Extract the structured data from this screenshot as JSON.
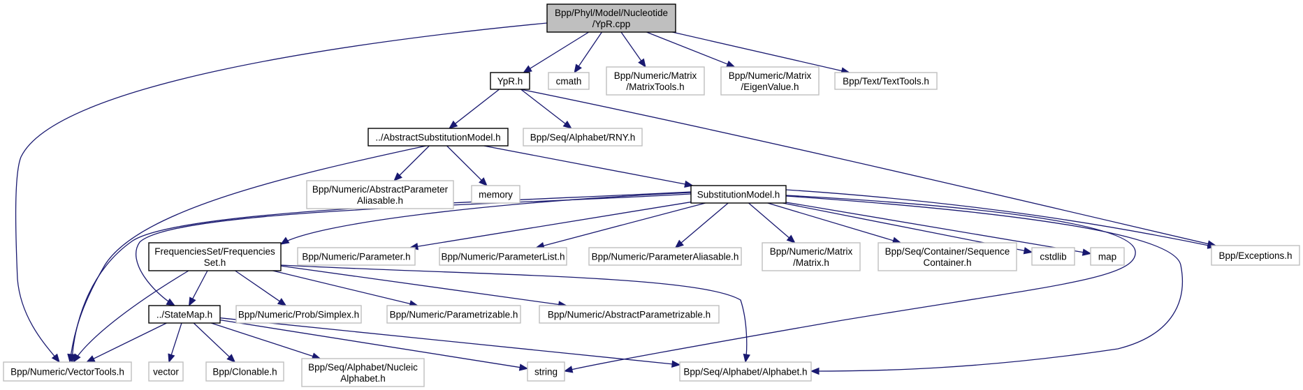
{
  "title": "Include dependency graph for YpR.cpp",
  "colors": {
    "edge": "#191970",
    "root_fill": "#bfbfbf",
    "documented_border": "#000000",
    "external_border": "#bfbfbf"
  },
  "nodes": [
    {
      "id": "ypr_cpp",
      "lines": [
        "Bpp/Phyl/Model/Nucleotide",
        "/YpR.cpp"
      ],
      "kind": "root"
    },
    {
      "id": "ypr_h",
      "lines": [
        "YpR.h"
      ],
      "kind": "documented"
    },
    {
      "id": "cmath",
      "lines": [
        "cmath"
      ],
      "kind": "external"
    },
    {
      "id": "matrixtools",
      "lines": [
        "Bpp/Numeric/Matrix",
        "/MatrixTools.h"
      ],
      "kind": "external"
    },
    {
      "id": "eigenvalue",
      "lines": [
        "Bpp/Numeric/Matrix",
        "/EigenValue.h"
      ],
      "kind": "external"
    },
    {
      "id": "texttools",
      "lines": [
        "Bpp/Text/TextTools.h"
      ],
      "kind": "external"
    },
    {
      "id": "abstractsubst",
      "lines": [
        "../AbstractSubstitutionModel.h"
      ],
      "kind": "documented"
    },
    {
      "id": "rny",
      "lines": [
        "Bpp/Seq/Alphabet/RNY.h"
      ],
      "kind": "external"
    },
    {
      "id": "abstractparamalias",
      "lines": [
        "Bpp/Numeric/AbstractParameter",
        "Aliasable.h"
      ],
      "kind": "external"
    },
    {
      "id": "memory",
      "lines": [
        "memory"
      ],
      "kind": "external"
    },
    {
      "id": "substmodel",
      "lines": [
        "SubstitutionModel.h"
      ],
      "kind": "documented"
    },
    {
      "id": "freqset",
      "lines": [
        "FrequenciesSet/Frequencies",
        "Set.h"
      ],
      "kind": "documented"
    },
    {
      "id": "parameter",
      "lines": [
        "Bpp/Numeric/Parameter.h"
      ],
      "kind": "external"
    },
    {
      "id": "parameterlist",
      "lines": [
        "Bpp/Numeric/ParameterList.h"
      ],
      "kind": "external"
    },
    {
      "id": "paramaliasable",
      "lines": [
        "Bpp/Numeric/ParameterAliasable.h"
      ],
      "kind": "external"
    },
    {
      "id": "matrix",
      "lines": [
        "Bpp/Numeric/Matrix",
        "/Matrix.h"
      ],
      "kind": "external"
    },
    {
      "id": "seqcontainer",
      "lines": [
        "Bpp/Seq/Container/Sequence",
        "Container.h"
      ],
      "kind": "external"
    },
    {
      "id": "cstdlib",
      "lines": [
        "cstdlib"
      ],
      "kind": "external"
    },
    {
      "id": "map",
      "lines": [
        "map"
      ],
      "kind": "external"
    },
    {
      "id": "exceptions",
      "lines": [
        "Bpp/Exceptions.h"
      ],
      "kind": "external"
    },
    {
      "id": "statemap",
      "lines": [
        "../StateMap.h"
      ],
      "kind": "documented"
    },
    {
      "id": "simplex",
      "lines": [
        "Bpp/Numeric/Prob/Simplex.h"
      ],
      "kind": "external"
    },
    {
      "id": "parametrizable",
      "lines": [
        "Bpp/Numeric/Parametrizable.h"
      ],
      "kind": "external"
    },
    {
      "id": "abstractparametrizable",
      "lines": [
        "Bpp/Numeric/AbstractParametrizable.h"
      ],
      "kind": "external"
    },
    {
      "id": "vectortools",
      "lines": [
        "Bpp/Numeric/VectorTools.h"
      ],
      "kind": "external"
    },
    {
      "id": "vector",
      "lines": [
        "vector"
      ],
      "kind": "external"
    },
    {
      "id": "clonable",
      "lines": [
        "Bpp/Clonable.h"
      ],
      "kind": "external"
    },
    {
      "id": "nucleicalphabet",
      "lines": [
        "Bpp/Seq/Alphabet/Nucleic",
        "Alphabet.h"
      ],
      "kind": "external"
    },
    {
      "id": "string",
      "lines": [
        "string"
      ],
      "kind": "external"
    },
    {
      "id": "alphabet",
      "lines": [
        "Bpp/Seq/Alphabet/Alphabet.h"
      ],
      "kind": "external"
    }
  ],
  "edges": [
    [
      "ypr_cpp",
      "ypr_h"
    ],
    [
      "ypr_cpp",
      "cmath"
    ],
    [
      "ypr_cpp",
      "matrixtools"
    ],
    [
      "ypr_cpp",
      "eigenvalue"
    ],
    [
      "ypr_cpp",
      "texttools"
    ],
    [
      "ypr_cpp",
      "vectortools"
    ],
    [
      "ypr_h",
      "abstractsubst"
    ],
    [
      "ypr_h",
      "rny"
    ],
    [
      "ypr_h",
      "exceptions"
    ],
    [
      "abstractsubst",
      "abstractparamalias"
    ],
    [
      "abstractsubst",
      "memory"
    ],
    [
      "abstractsubst",
      "substmodel"
    ],
    [
      "abstractsubst",
      "vectortools"
    ],
    [
      "substmodel",
      "freqset"
    ],
    [
      "substmodel",
      "parameter"
    ],
    [
      "substmodel",
      "parameterlist"
    ],
    [
      "substmodel",
      "paramaliasable"
    ],
    [
      "substmodel",
      "matrix"
    ],
    [
      "substmodel",
      "seqcontainer"
    ],
    [
      "substmodel",
      "cstdlib"
    ],
    [
      "substmodel",
      "map"
    ],
    [
      "substmodel",
      "exceptions"
    ],
    [
      "substmodel",
      "statemap"
    ],
    [
      "substmodel",
      "vectortools"
    ],
    [
      "substmodel",
      "string"
    ],
    [
      "substmodel",
      "alphabet"
    ],
    [
      "freqset",
      "statemap"
    ],
    [
      "freqset",
      "simplex"
    ],
    [
      "freqset",
      "parametrizable"
    ],
    [
      "freqset",
      "abstractparametrizable"
    ],
    [
      "freqset",
      "vectortools"
    ],
    [
      "freqset",
      "alphabet"
    ],
    [
      "statemap",
      "vectortools"
    ],
    [
      "statemap",
      "vector"
    ],
    [
      "statemap",
      "clonable"
    ],
    [
      "statemap",
      "nucleicalphabet"
    ],
    [
      "statemap",
      "string"
    ],
    [
      "statemap",
      "alphabet"
    ]
  ]
}
